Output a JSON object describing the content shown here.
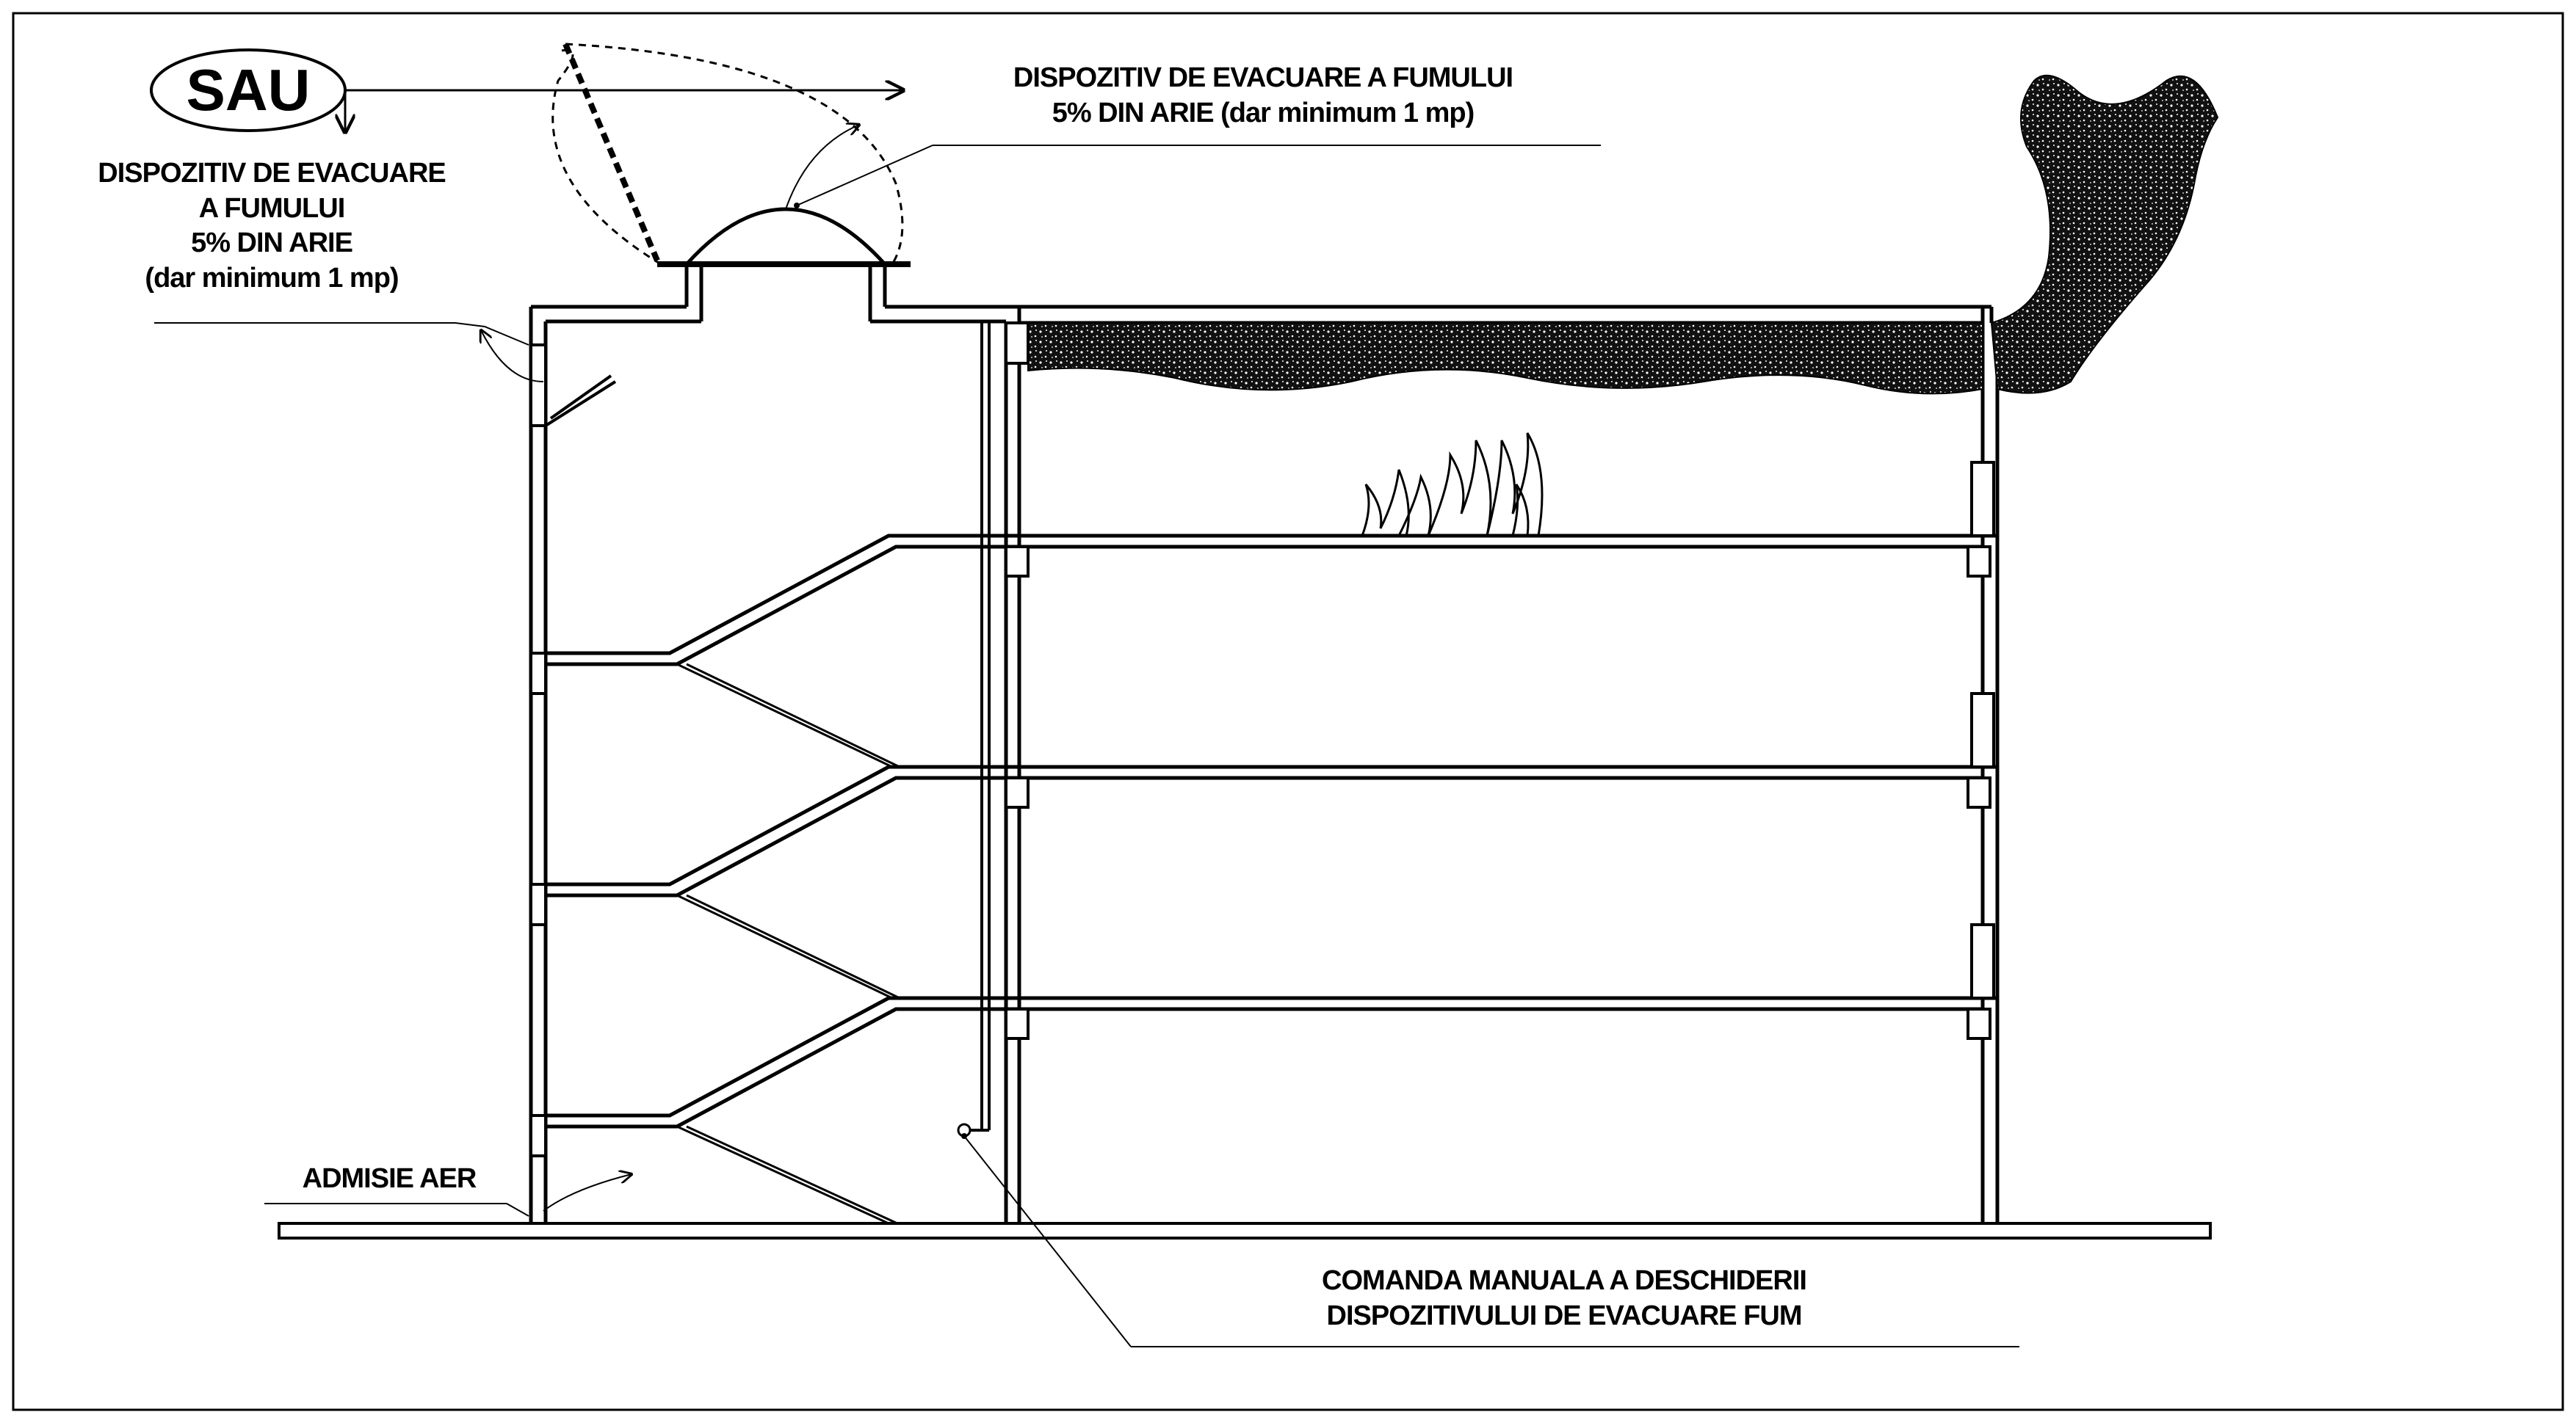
{
  "or_label": "SAU",
  "side_vent": {
    "line1": "DISPOZITIV DE EVACUARE",
    "line2": "A FUMULUI",
    "line3": "5% DIN ARIE",
    "line4": "(dar minimum 1 mp)"
  },
  "roof_vent": {
    "line1": "DISPOZITIV DE EVACUARE A FUMULUI",
    "line2": "5% DIN ARIE (dar minimum 1 mp)"
  },
  "air_intake": "ADMISIE AER",
  "manual_control": {
    "line1": "COMANDA MANUALA A DESCHIDERII",
    "line2": "DISPOZITIVULUI DE EVACUARE FUM"
  },
  "colors": {
    "line": "#000000",
    "background": "#ffffff",
    "smoke": "#1a1a1a"
  }
}
